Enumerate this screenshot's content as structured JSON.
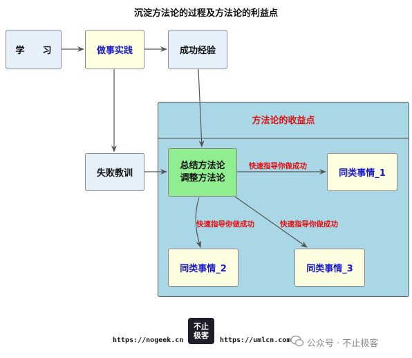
{
  "title": "沉淀方法论的过程及方法论的利益点",
  "nodes": {
    "study": "学　　习",
    "practice": "做事实践",
    "success": "成功经验",
    "failure": "失败教训",
    "method_line1": "总结方法论",
    "method_line2": "调整方法论",
    "similar1": "同类事情_1",
    "similar2": "同类事情_2",
    "similar3": "同类事情_3"
  },
  "group_title": "方法论的收益点",
  "edge_labels": {
    "to_similar1": "快速指导你做成功",
    "to_similar2": "快速指导你做成功",
    "to_similar3": "快速指导你做成功"
  },
  "footer": {
    "left_url": "https://nogeek.cn",
    "right_url": "https://umlcn.com",
    "logo_line1": "不止",
    "logo_line2": "极客",
    "watermark": "公众号 · 不止极客"
  },
  "colors": {
    "node_blue": "#e6f0fa",
    "node_yellow": "#fefee0",
    "node_green": "#90ee90",
    "group_bg": "#a9d7e6",
    "label_red": "#e01010",
    "text_navy": "#1a1ac8"
  }
}
